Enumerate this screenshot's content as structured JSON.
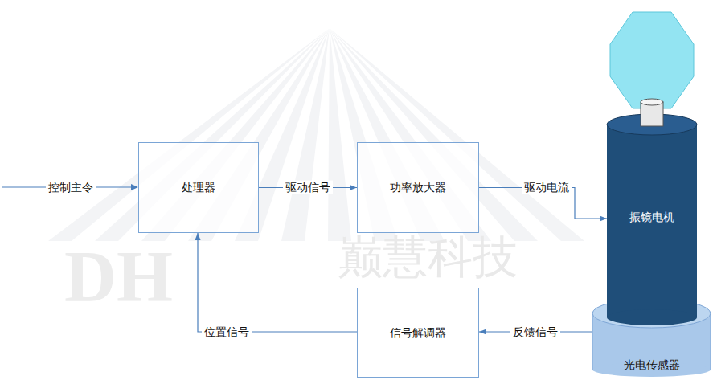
{
  "diagram": {
    "nodes": [
      {
        "text": [
          "处理器"
        ]
      },
      {
        "text": [
          "功率放大器"
        ]
      },
      {
        "text": [
          "振镜电机"
        ]
      },
      {
        "text": [
          "光电传感器"
        ]
      },
      {
        "text": [
          "信号解调器"
        ]
      }
    ],
    "edges": [
      {
        "from": 0,
        "to": 1,
        "label": "驱动信号",
        "arrow": "to"
      },
      {
        "from": 1,
        "to": 2,
        "label": "驱动电流",
        "arrow": "to"
      },
      {
        "from": 3,
        "to": 4,
        "label": "反馈信号",
        "arrow": "to"
      },
      {
        "from": 4,
        "to": 0,
        "label": "位置信号",
        "arrow": "to"
      }
    ],
    "labels": [
      "控制主令",
      "DH",
      "巅慧科技"
    ]
  }
}
